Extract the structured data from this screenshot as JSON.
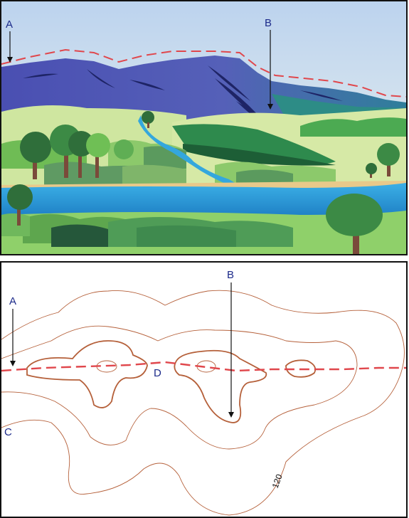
{
  "scene": {
    "label_a": "A",
    "label_b": "B"
  },
  "map": {
    "label_a": "A",
    "label_b": "B",
    "label_c": "C",
    "label_d": "D",
    "contour_value": "120"
  },
  "colors": {
    "profile_line": "#e0474c",
    "contour_line": "#b5603a",
    "label_text": "#1c2a8a",
    "mountain": "#4a55b0",
    "river": "#2a9ad6"
  }
}
